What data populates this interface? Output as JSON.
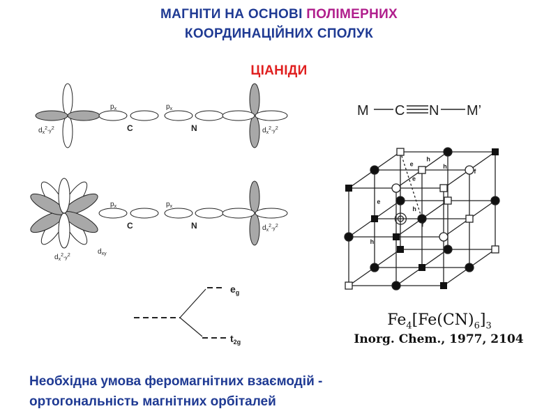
{
  "title": {
    "line1_part1": "МАГНІТИ  НА ОСНОВІ ",
    "line1_part2": "ПОЛІМЕРНИХ",
    "line2": "КООРДИНАЦІЙНИХ СПОЛУК",
    "subtitle": "ЦІАНІДИ"
  },
  "orbital_diagram": {
    "atom_c": "C",
    "atom_n": "N",
    "p_label": "p",
    "p_sub": "x",
    "d_main": "d",
    "d_sub": "x",
    "d_sup": "2",
    "d_mid": "-y",
    "d_sup2": "2",
    "dxy_main": "d",
    "dxy_sub": "xy"
  },
  "bond_scheme": {
    "metal1": "M",
    "carbon": "C",
    "nitrogen": "N",
    "metal2": "M’"
  },
  "energy_diagram": {
    "eg_main": "e",
    "eg_sub": "g",
    "t2g_main": "t",
    "t2g_sub": "2g"
  },
  "lattice_labels": {
    "h": "h",
    "e": "e",
    "f": "f"
  },
  "compound": {
    "formula_a": "Fe",
    "formula_a_sub": "4",
    "formula_b": "[Fe(CN)",
    "formula_b_sub": "6",
    "formula_c": "]",
    "formula_c_sub": "3",
    "reference": "Inorg. Chem.,  1977, 2104"
  },
  "conclusion": {
    "line1": "Необхідна умова феромагнітних взаємодій -",
    "line2": "ортогональність магнітних орбіталей"
  },
  "colors": {
    "title_blue": "#1f3a93",
    "title_magenta": "#b01e8c",
    "subtitle_red": "#e02020",
    "lobe_gray": "#a8a8a8"
  }
}
